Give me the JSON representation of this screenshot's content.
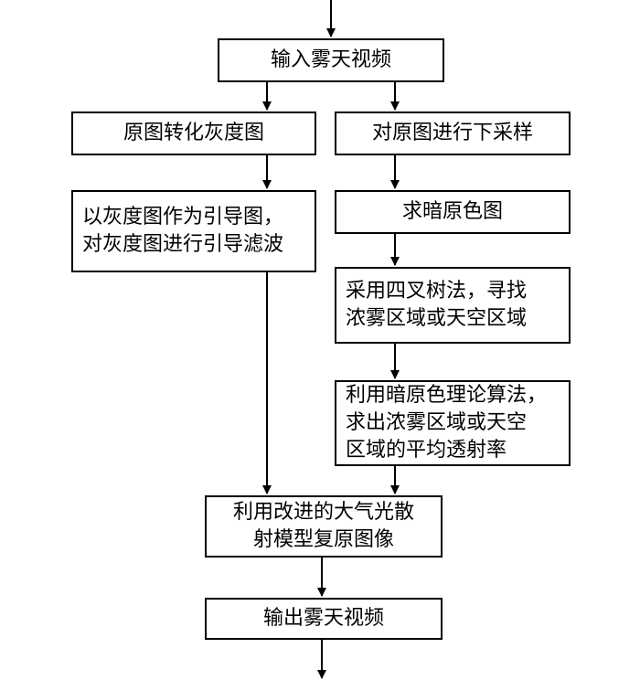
{
  "diagram": {
    "nodes": {
      "input": {
        "lines": [
          "输入雾天视频"
        ]
      },
      "gray": {
        "lines": [
          "原图转化灰度图"
        ]
      },
      "downsample": {
        "lines": [
          "对原图进行下采样"
        ]
      },
      "guided": {
        "lines": [
          "以灰度图作为引导图，",
          "对灰度图进行引导滤波"
        ]
      },
      "dark": {
        "lines": [
          "求暗原色图"
        ]
      },
      "quadtree": {
        "lines": [
          "采用四叉树法，寻找",
          "浓雾区域或天空区域"
        ]
      },
      "transmission": {
        "lines": [
          "利用暗原色理论算法，",
          "求出浓雾区域或天空",
          "区域的平均透射率"
        ]
      },
      "restore": {
        "lines": [
          "利用改进的大气光散",
          "射模型复原图像"
        ]
      },
      "output": {
        "lines": [
          "输出雾天视频"
        ]
      }
    }
  }
}
